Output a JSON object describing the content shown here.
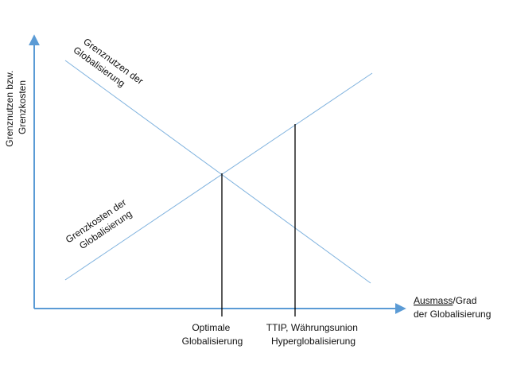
{
  "colors": {
    "axis": "#5b9bd5",
    "curve": "#7fb2de",
    "marker": "#000000",
    "text": "#111111",
    "spell_underline": "#e02020"
  },
  "y_axis_label": {
    "line1": "Grenznutzen bzw.",
    "line2": "Grenzkosten"
  },
  "x_axis_label": {
    "line1_underlined": "Ausmass",
    "line1_rest": "/Grad",
    "line2": "der Globalisierung"
  },
  "curves": {
    "benefit": {
      "line1": "Grenznutzen der",
      "line2": "Globalisierung"
    },
    "cost": {
      "line1": "Grenzkosten der",
      "line2": "Globalisierung"
    }
  },
  "markers": {
    "optimal": {
      "line1": "Optimale",
      "line2": "Globalisierung"
    },
    "hyper": {
      "line1": "TTIP, Währungsunion",
      "line2": "Hyperglobalisierung"
    }
  }
}
